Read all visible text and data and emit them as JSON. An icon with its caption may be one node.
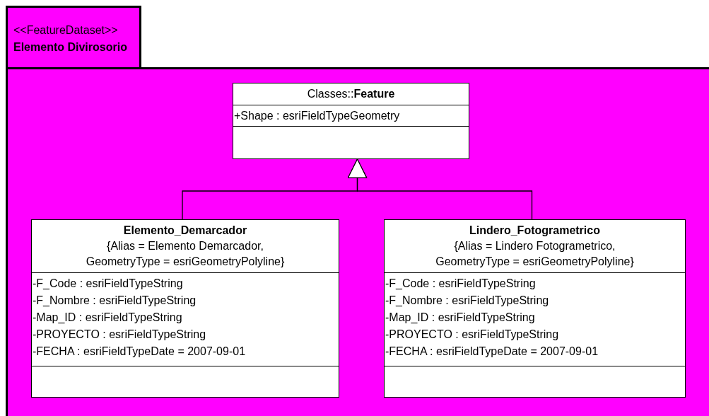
{
  "diagram": {
    "nodes": [
      {
        "text": [
          "<<FeatureDataset>>",
          "Elemento Divirosorio"
        ]
      },
      {
        "text": [
          "Classes::**Feature**",
          "+Shape : esriFieldTypeGeometry"
        ],
        "in": 0
      },
      {
        "text": [
          "Elemento_Demarcador",
          "{Alias = Elemento Demarcador, GeometryType = esriGeometryPolyline}",
          "-F_Code : esriFieldTypeString",
          "-F_Nombre : esriFieldTypeString",
          "-Map_ID : esriFieldTypeString",
          "-PROYECTO : esriFieldTypeString",
          "-FECHA : esriFieldTypeDate = 2007-09-01"
        ],
        "in": 0
      },
      {
        "text": [
          "Lindero_Fotogrametrico",
          "{Alias = Lindero Fotogrametrico, GeometryType = esriGeometryPolyline}",
          "-F_Code : esriFieldTypeString",
          "-F_Nombre : esriFieldTypeString",
          "-Map_ID : esriFieldTypeString",
          "-PROYECTO : esriFieldTypeString",
          "-FECHA : esriFieldTypeDate = 2007-09-01"
        ],
        "in": 0
      }
    ],
    "edges": [
      {
        "from": 2,
        "to": 1,
        "arrow": "to"
      },
      {
        "from": 3,
        "to": 1,
        "arrow": "to"
      }
    ]
  }
}
